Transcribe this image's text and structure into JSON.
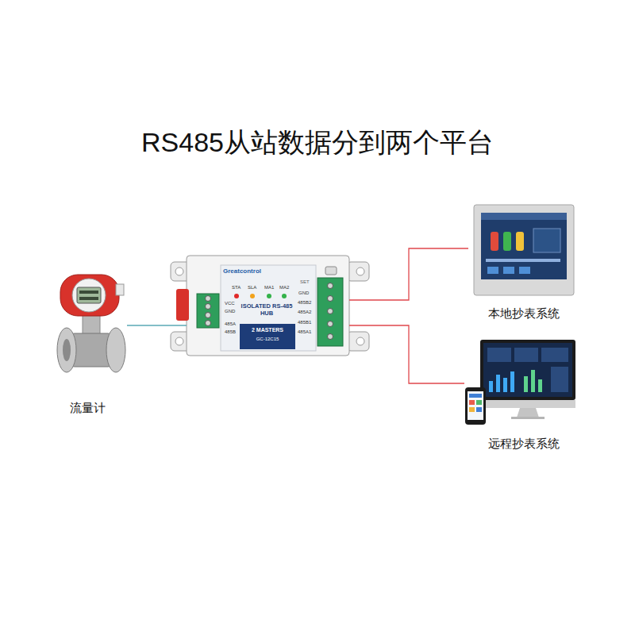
{
  "diagram": {
    "title": "RS485从站数据分到两个平台",
    "nodes": [
      {
        "text": [
          "流量计"
        ]
      },
      {
        "text": [
          "Greatcontrol",
          "ISOLATED RS-485 HUB",
          "2 MASTERS",
          "GC-12C15"
        ]
      },
      {
        "text": [
          "本地抄表系统"
        ]
      },
      {
        "text": [
          "远程抄表系统"
        ]
      }
    ],
    "edges": [
      {
        "from": 0,
        "to": 1,
        "arrow": "none"
      },
      {
        "from": 1,
        "to": 2,
        "arrow": "none"
      },
      {
        "from": 1,
        "to": 3,
        "arrow": "none"
      }
    ],
    "labels": [
      "STA",
      "SLA",
      "MA1",
      "MA2",
      "SET",
      "VCC",
      "GND",
      "485A",
      "485B",
      "GND",
      "485B2",
      "485A2",
      "485B1",
      "485A1"
    ]
  }
}
